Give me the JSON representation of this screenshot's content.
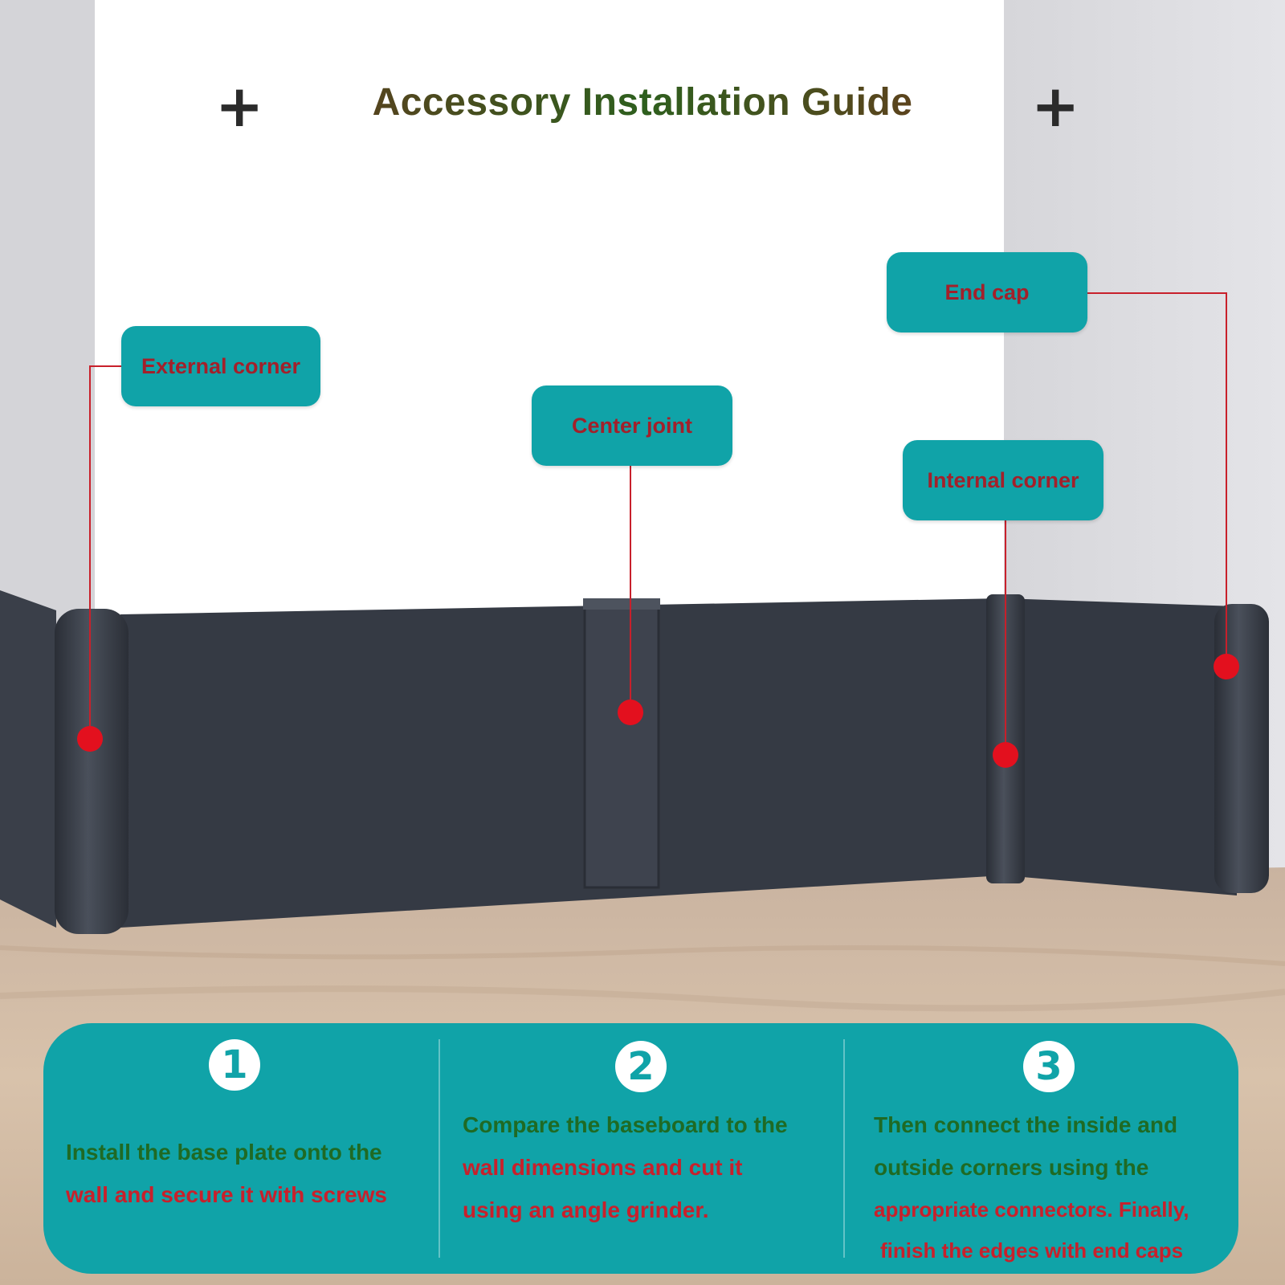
{
  "title": "Accessory Installation Guide",
  "decorations": {
    "plus_left": "+",
    "plus_right": "+"
  },
  "labels": {
    "end_cap": "End cap",
    "external_corner": "External corner",
    "center_joint": "Center joint",
    "internal_corner": "Internal corner"
  },
  "steps": [
    {
      "number": "1",
      "line1": "Install the base plate onto the",
      "line2": "wall and secure it with screws"
    },
    {
      "number": "2",
      "line1": "Compare the baseboard to the",
      "line2": "wall dimensions and cut it",
      "line3": "using an angle grinder."
    },
    {
      "number": "3",
      "line1": "Then connect the inside and",
      "line2": "outside corners using the",
      "line3": "appropriate connectors. Finally,",
      "line4": "finish the edges with end caps"
    }
  ],
  "colors": {
    "teal": "#10a3a8",
    "title_red": "#8a1f1f",
    "title_green": "#2e5f1e",
    "marker_red": "#e3101e",
    "baseboard": "#353a44"
  }
}
